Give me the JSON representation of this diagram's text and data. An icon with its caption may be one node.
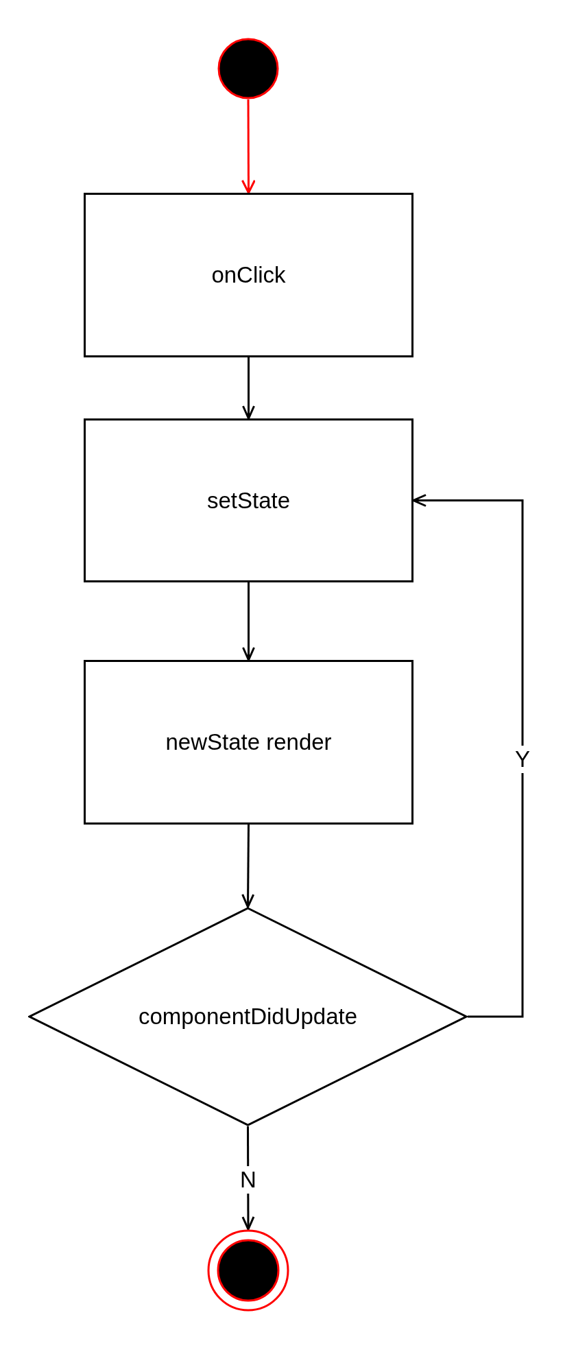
{
  "diagram": {
    "nodes": [
      {
        "text": [],
        "shape": "circle"
      },
      {
        "text": [
          "onClick"
        ]
      },
      {
        "text": [
          "setState"
        ]
      },
      {
        "text": [
          "newState render"
        ]
      },
      {
        "text": [
          "componentDidUpdate"
        ]
      },
      {
        "text": [],
        "shape": "circle"
      }
    ],
    "edges": [
      {
        "from": 0,
        "to": 1,
        "arrow": "to",
        "color": "#ff0000"
      },
      {
        "from": 1,
        "to": 2,
        "arrow": "to"
      },
      {
        "from": 2,
        "to": 3,
        "arrow": "to"
      },
      {
        "from": 3,
        "to": 4,
        "arrow": "to"
      },
      {
        "from": 4,
        "to": 2,
        "arrow": "to",
        "label": "Y"
      },
      {
        "from": 4,
        "to": 5,
        "arrow": "to",
        "label": "N"
      }
    ]
  }
}
